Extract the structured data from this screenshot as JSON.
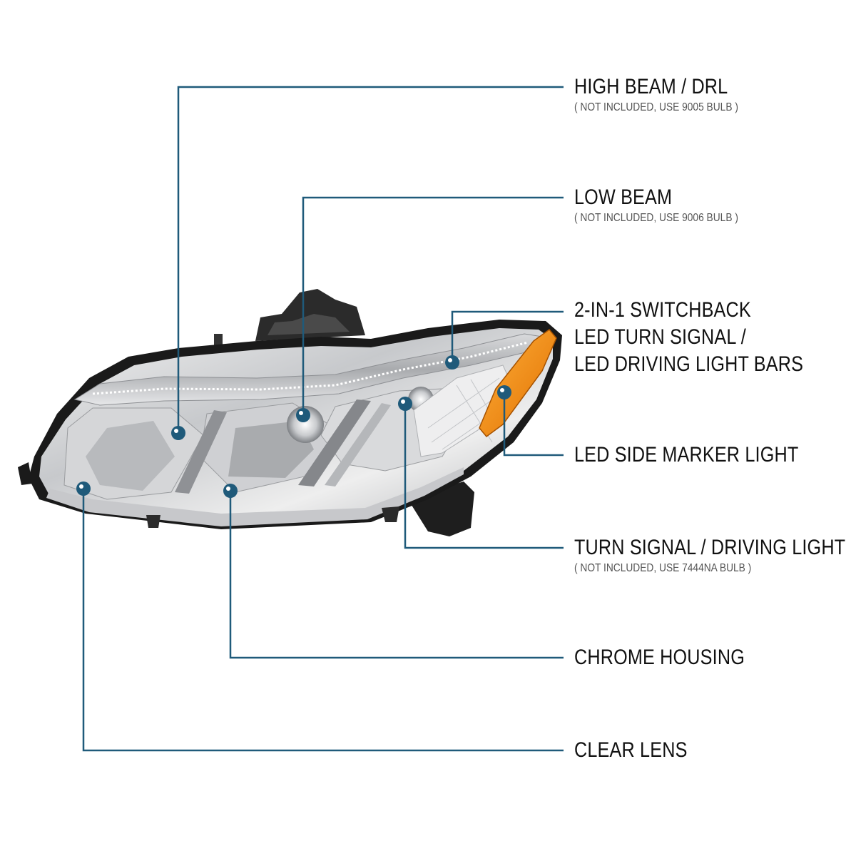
{
  "callouts": [
    {
      "title_lines": [
        "HIGH BEAM / DRL"
      ],
      "note": "( NOT INCLUDED, USE  9005 BULB )"
    },
    {
      "title_lines": [
        "LOW BEAM"
      ],
      "note": "( NOT INCLUDED, USE  9006 BULB )"
    },
    {
      "title_lines": [
        "2-IN-1 SWITCHBACK",
        "LED TURN SIGNAL /",
        "LED DRIVING LIGHT BARS"
      ],
      "note": ""
    },
    {
      "title_lines": [
        "LED SIDE MARKER LIGHT"
      ],
      "note": ""
    },
    {
      "title_lines": [
        "TURN SIGNAL / DRIVING LIGHT"
      ],
      "note": "( NOT INCLUDED, USE  7444NA  BULB )"
    },
    {
      "title_lines": [
        "CHROME HOUSING"
      ],
      "note": ""
    },
    {
      "title_lines": [
        "CLEAR LENS"
      ],
      "note": ""
    }
  ],
  "colors": {
    "leader_line": "#1f5a7a",
    "dot": "#1f5a7a",
    "amber_marker": "#f08a0a",
    "housing_outline": "#1a1a1a"
  },
  "icons": {
    "product": "headlight-assembly-illustration"
  }
}
